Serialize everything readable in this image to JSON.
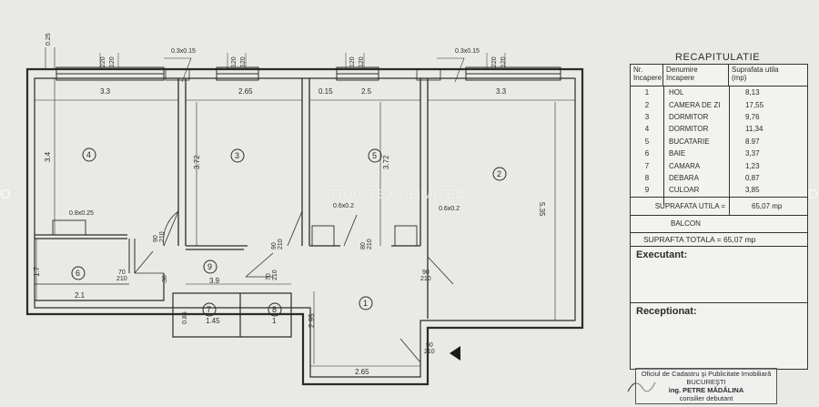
{
  "watermark": "TRADTEXT LIMITED",
  "watermark_edge_left": "O",
  "watermark_edge_right": "D",
  "top_dims": {
    "d025": "0.25",
    "win1a": "220",
    "win1b": "120",
    "win2a": "120",
    "win2b": "120",
    "win3a": "120",
    "win3b": "120",
    "win4a": "220",
    "win4b": "120",
    "vent1": "0.3x0.15",
    "vent2": "0.3x0.15"
  },
  "room_dims": {
    "w4": "3.3",
    "w3": "2.65",
    "w015": "0.15",
    "w5": "2.5",
    "w2": "3.3",
    "h4": "3.4",
    "h3": "3.72",
    "h5": "3.72",
    "h2": "5.35",
    "h17": "1.7",
    "w21": "2.1",
    "w39": "3.9",
    "h38": ".38",
    "h085": "0.85",
    "w145": "1.45",
    "w1": "1",
    "h295": "2.95",
    "w265": "2.65",
    "duct1": "0.8x0.25",
    "duct2": "0.6x0.2",
    "duct3": "0.6x0.2"
  },
  "doors": {
    "d4": "90\n210",
    "d3": "90\n210",
    "d5": "80\n210",
    "d6": "70\n210",
    "d8": "70\n210",
    "d2": "90\n210",
    "d1": "90\n210"
  },
  "room_numbers": [
    "1",
    "2",
    "3",
    "4",
    "5",
    "6",
    "7",
    "8",
    "9"
  ],
  "recap": {
    "title": "RECAPITULATIE",
    "col_nr": "Nr.\nIncapere",
    "col_name": "Denumire\nIncapere",
    "col_area": "Suprafata utila\n(mp)",
    "rows": [
      {
        "nr": "1",
        "name": "HOL",
        "area": "8,13"
      },
      {
        "nr": "2",
        "name": "CAMERA DE ZI",
        "area": "17,55"
      },
      {
        "nr": "3",
        "name": "DORMITOR",
        "area": "9,76"
      },
      {
        "nr": "4",
        "name": "DORMITOR",
        "area": "11,34"
      },
      {
        "nr": "5",
        "name": "BUCATARIE",
        "area": "8.97"
      },
      {
        "nr": "6",
        "name": "BAIE",
        "area": "3,37"
      },
      {
        "nr": "7",
        "name": "CAMARA",
        "area": "1,23"
      },
      {
        "nr": "8",
        "name": "DEBARA",
        "area": "0,87"
      },
      {
        "nr": "9",
        "name": "CULOAR",
        "area": "3,85"
      }
    ],
    "sum_label": "SUPRAFATA UTILA =",
    "sum_value": "65,07 mp",
    "balcon": "BALCON",
    "total": "SUPRAFTA TOTALA = 65,07 mp",
    "executant": "Executant:",
    "receptionat": "Receptionat:",
    "office_line1": "Oficiul de Cadastru şi Publicitate Imobiliară",
    "office_line2": "BUCUREŞTI",
    "office_line3": "ing. PETRE MĂDĂLINA",
    "office_line4": "consilier debutant"
  },
  "colors": {
    "paper": "#e9e9e6",
    "ink": "#2b2b2b",
    "stamp": "#4a5188"
  }
}
